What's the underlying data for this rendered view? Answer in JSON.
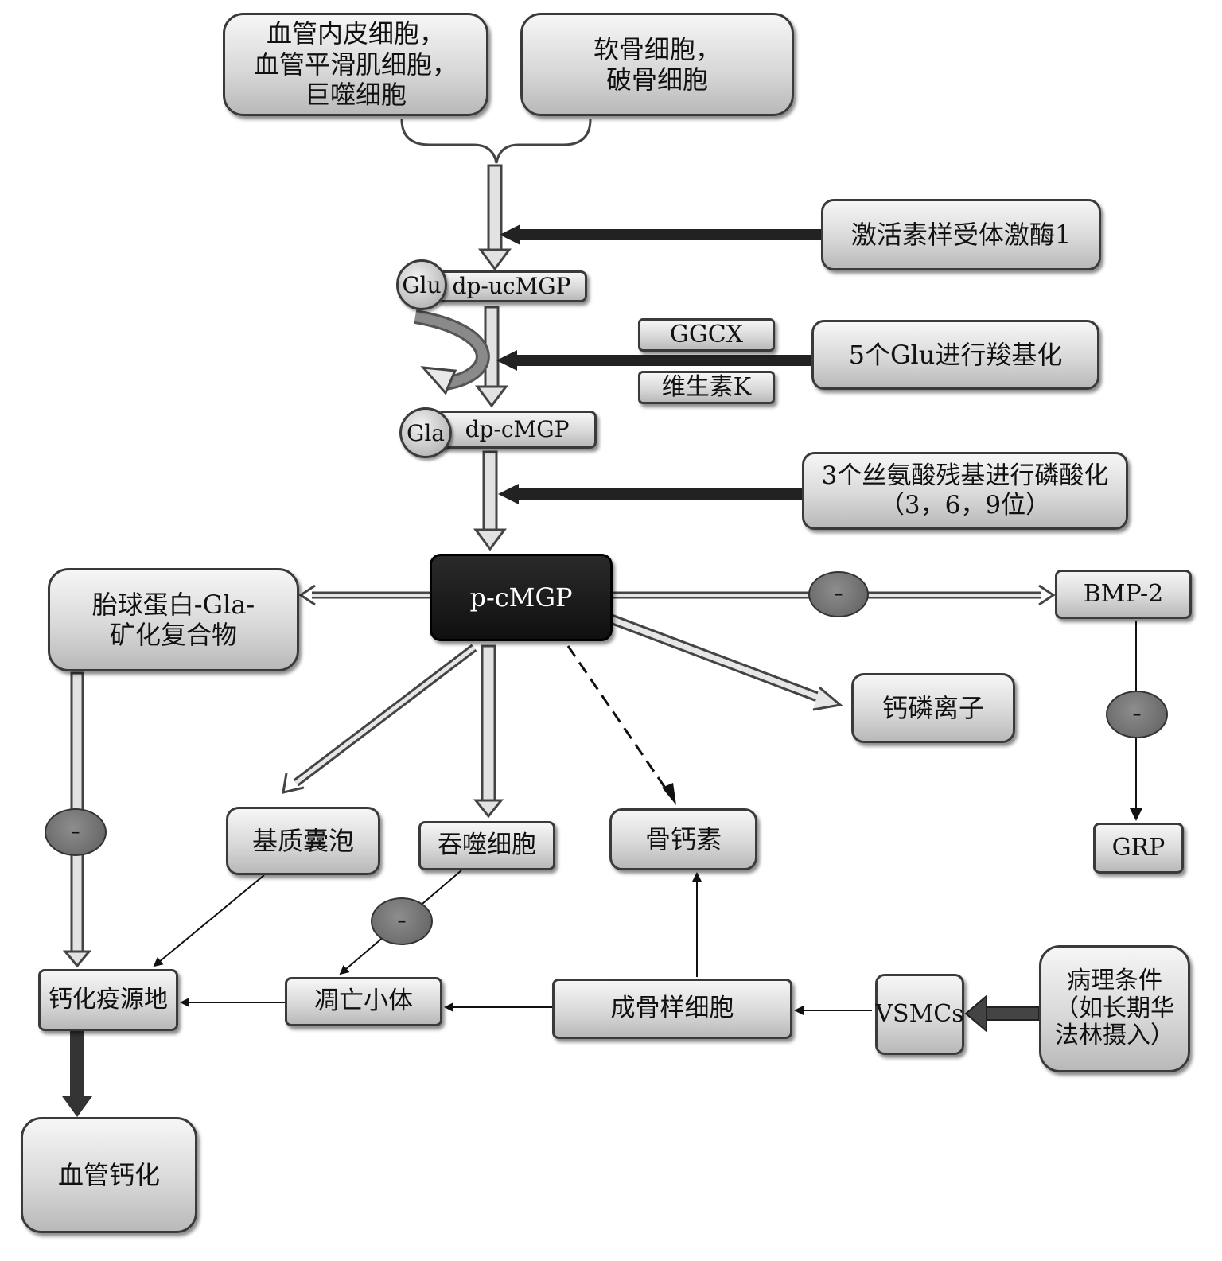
{
  "nodes": {
    "endo": "血管内皮细胞，\n血管平滑肌细胞，\n巨噬细胞",
    "chondro": "软骨细胞，\n破骨细胞",
    "alk1": "激活素样受体激酶1",
    "glu": "Glu",
    "dp_ucmgp": "dp-ucMGP",
    "ggcx": "GGCX",
    "vitk": "维生素K",
    "carboxyl": "5个Glu进行羧基化",
    "gla": "Gla",
    "dp_cmgp": "dp-cMGP",
    "phos": "3个丝氨酸残基进行磷酸化\n（3，6，9位）",
    "pcmgp": "p-cMGP",
    "fetuin": "胎球蛋白-Gla-\n矿化复合物",
    "bmp2": "BMP-2",
    "caP": "钙磷离子",
    "grp": "GRP",
    "matrix_vesicle": "基质囊泡",
    "phagocyte": "吞噬细胞",
    "osteocalcin": "骨钙素",
    "calc_nidus": "钙化疫源地",
    "apoptotic_body": "凋亡小体",
    "osteoblast_like": "成骨样细胞",
    "vsmcs": "VSMCs",
    "pathology": "病理条件\n（如长期华\n法林摄入）",
    "vascular_calc": "血管钙化"
  },
  "inhibitor_label": "–"
}
